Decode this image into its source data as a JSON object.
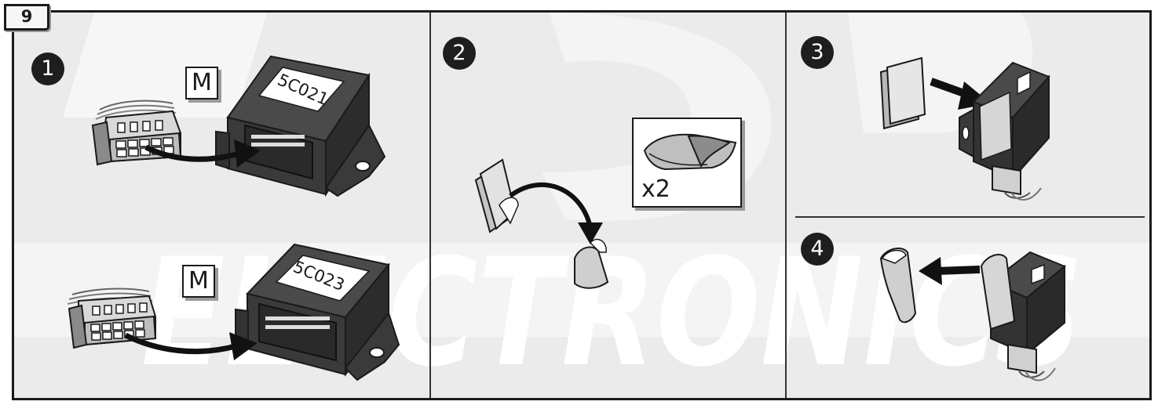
{
  "figure_number": "9",
  "watermark_text": "ELECTRONICS",
  "steps": [
    {
      "number": "1"
    },
    {
      "number": "2"
    },
    {
      "number": "3"
    },
    {
      "number": "4"
    }
  ],
  "step1": {
    "top": {
      "connector_marker": "M",
      "module_label": "5C021"
    },
    "bottom": {
      "connector_marker": "M",
      "module_label": "5C023"
    }
  },
  "step2": {
    "inset_quantity": "x2"
  },
  "colors": {
    "frame": "#1a1a1a",
    "panel_background": "#ebebeb",
    "module_body": "#3a3a3a",
    "arrow": "#111111",
    "tape": "#b5b5b5"
  }
}
